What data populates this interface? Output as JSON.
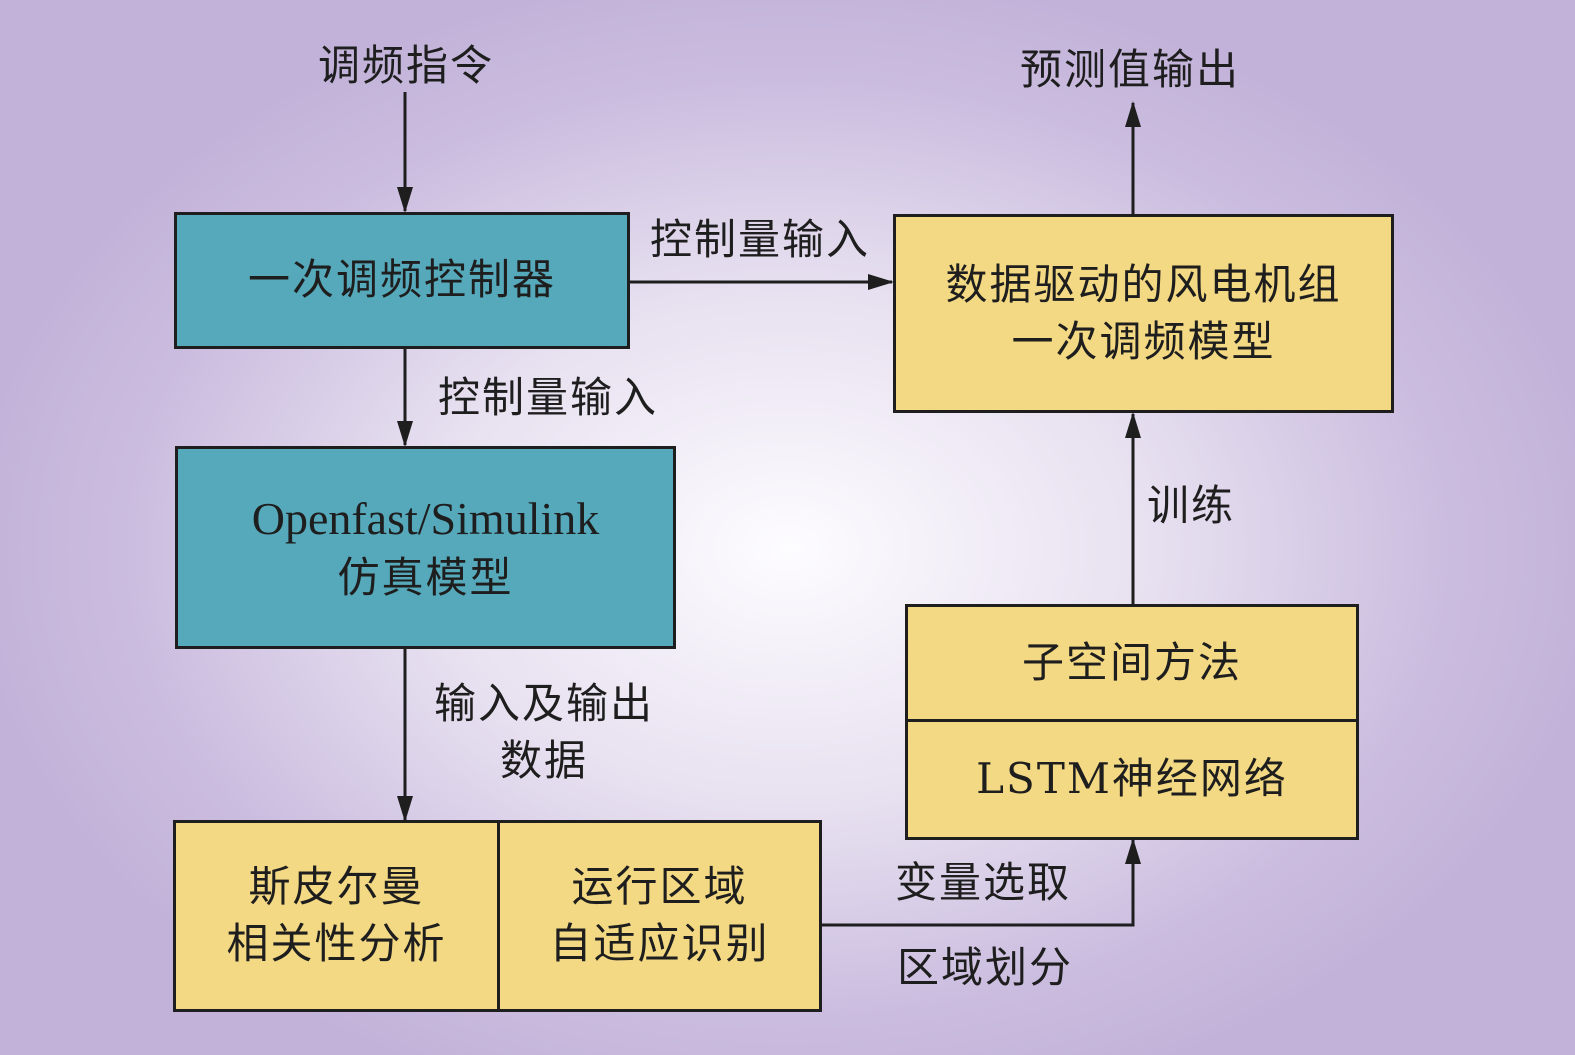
{
  "nodes": {
    "freq_command": "调频指令",
    "controller": "一次调频控制器",
    "sim_model_line1": "Openfast/Simulink",
    "sim_model_line2": "仿真模型",
    "spearman_line1": "斯皮尔曼",
    "spearman_line2": "相关性分析",
    "region_line1": "运行区域",
    "region_line2": "自适应识别",
    "subspace": "子空间方法",
    "lstm": "LSTM神经网络",
    "model_line1": "数据驱动的风电机组",
    "model_line2": "一次调频模型",
    "prediction_output": "预测值输出"
  },
  "edges": {
    "controller_to_model": "控制量输入",
    "controller_to_sim": "控制量输入",
    "sim_to_analysis_line1": "输入及输出",
    "sim_to_analysis_line2": "数据",
    "analysis_to_methods_top": "变量选取",
    "analysis_to_methods_bottom": "区域划分",
    "methods_to_model": "训练"
  },
  "colors": {
    "teal_box": "#56a9bb",
    "yellow_box": "#f3d983",
    "line": "#1e1e1e"
  }
}
